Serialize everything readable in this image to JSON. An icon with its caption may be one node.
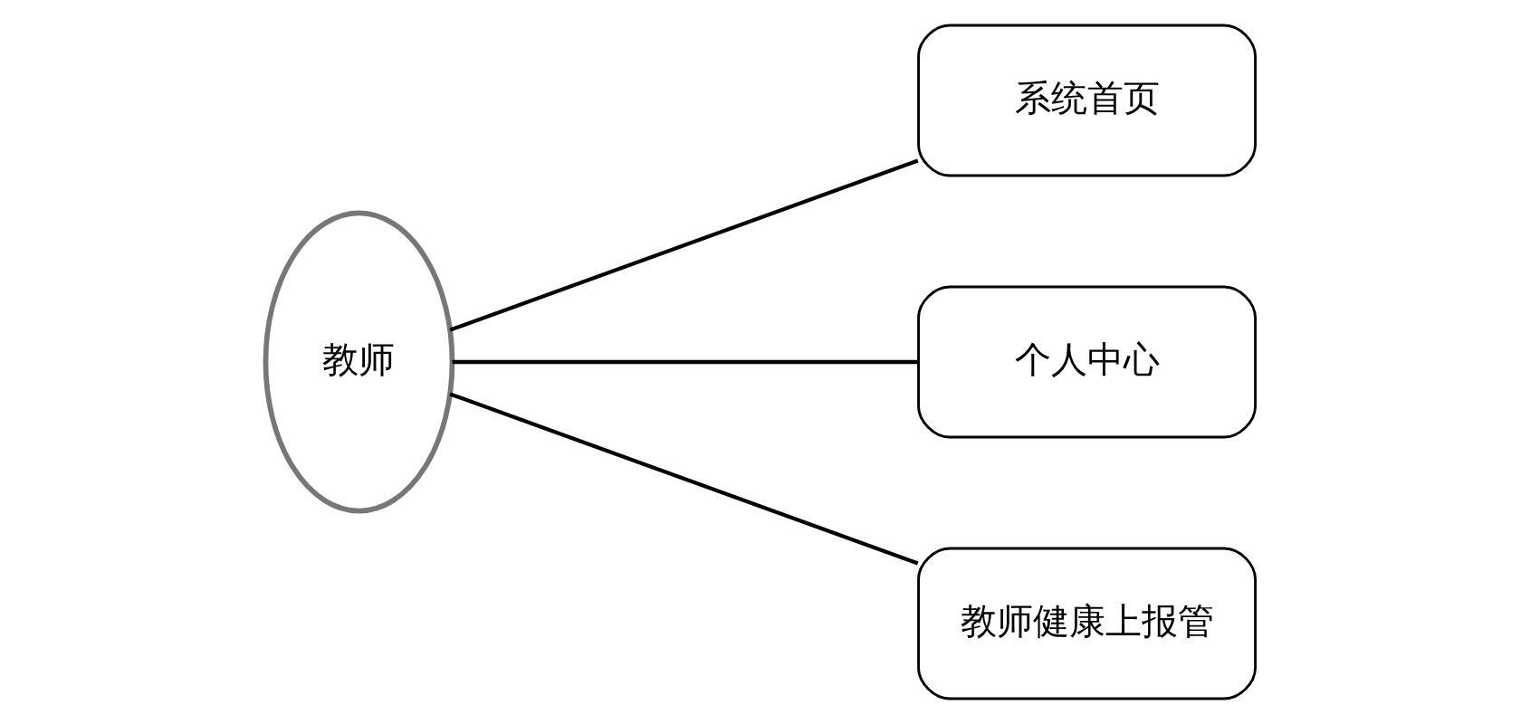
{
  "diagram": {
    "nodes": [
      {
        "text": [
          "教师"
        ]
      },
      {
        "text": [
          "系统首页"
        ]
      },
      {
        "text": [
          "个人中心"
        ]
      },
      {
        "text": [
          "教师健康上报管"
        ]
      }
    ],
    "edges": [
      {
        "from": 0,
        "to": 1,
        "arrow": "none"
      },
      {
        "from": 0,
        "to": 2,
        "arrow": "none"
      },
      {
        "from": 0,
        "to": 3,
        "arrow": "none"
      }
    ]
  }
}
